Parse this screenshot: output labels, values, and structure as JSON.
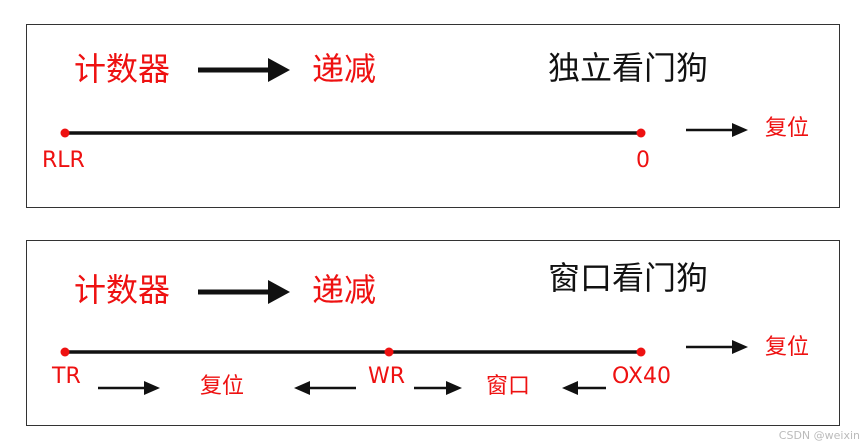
{
  "panel1": {
    "title": "独立看门狗",
    "counter": "计数器",
    "decrement": "递减",
    "start_label": "RLR",
    "end_label": "0",
    "reset": "复位"
  },
  "panel2": {
    "title": "窗口看门狗",
    "counter": "计数器",
    "decrement": "递减",
    "tr_label": "TR",
    "wr_label": "WR",
    "end_label": "OX40",
    "reset_right": "复位",
    "reset_region": "复位",
    "window_region": "窗口"
  },
  "colors": {
    "accent": "#ee1111",
    "line": "#111111"
  },
  "watermark": "CSDN @weixin"
}
